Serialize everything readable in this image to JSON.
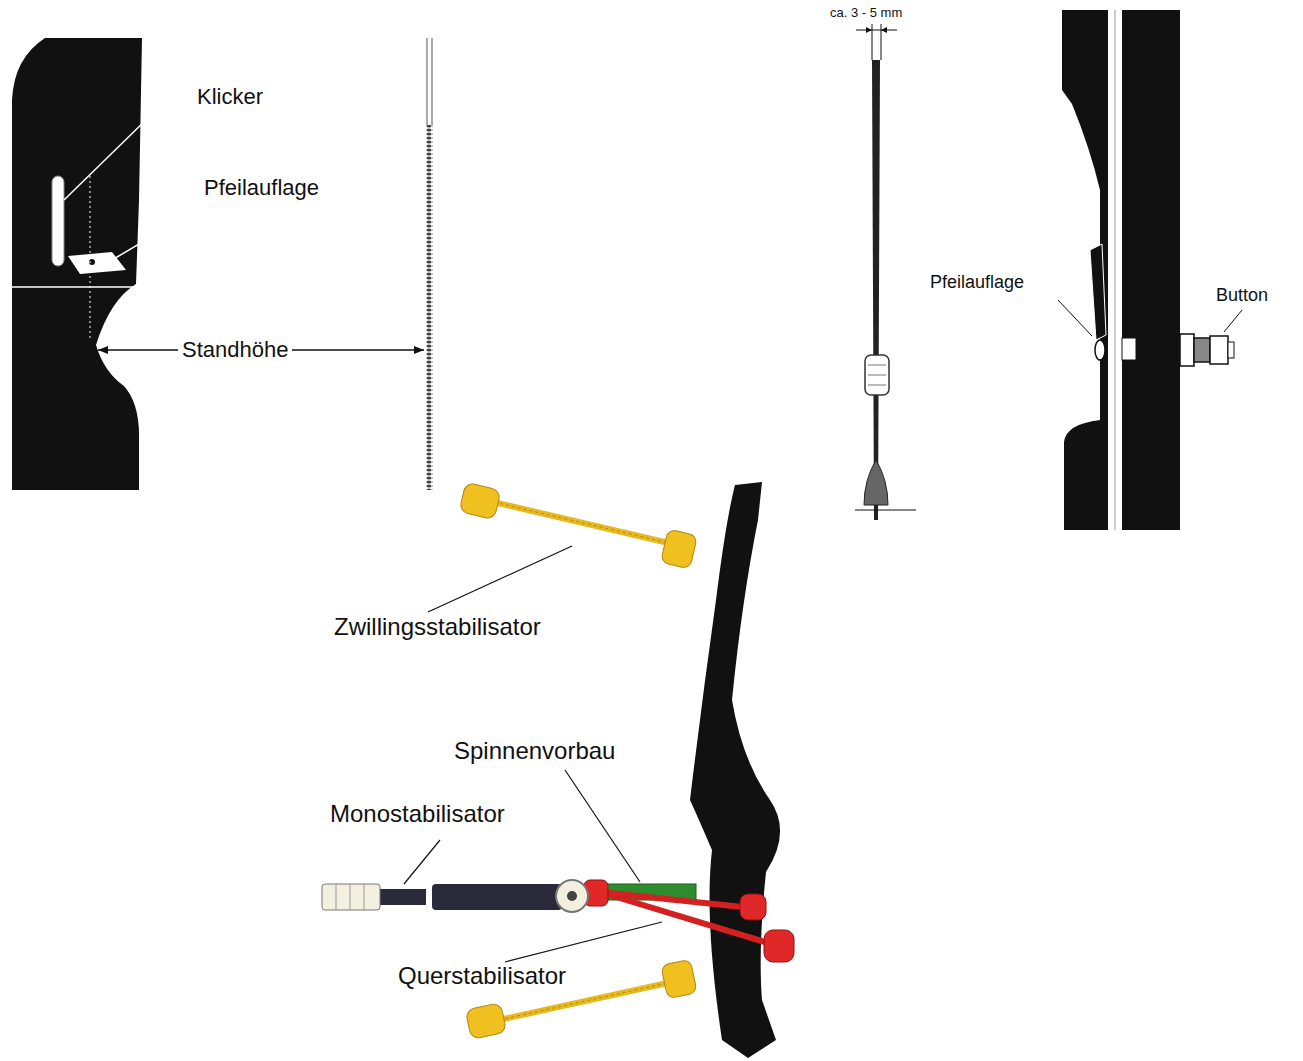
{
  "diagram": {
    "labels": [
      "Klicker",
      "Pfeilauflage",
      "Standhöhe",
      "ca. 3 - 5 mm",
      "Pfeilauflage",
      "Button",
      "Zwillingsstabilisator",
      "Spinnenvorbau",
      "Monostabilisator",
      "Querstabilisator"
    ]
  }
}
